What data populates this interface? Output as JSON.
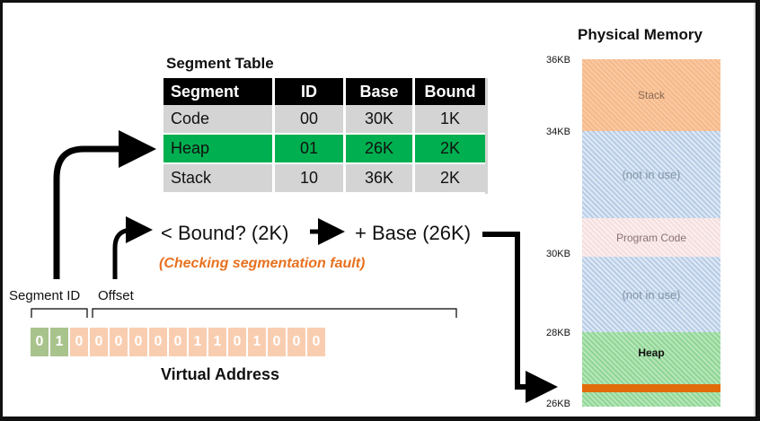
{
  "segment_table": {
    "title": "Segment Table",
    "columns": [
      "Segment",
      "ID",
      "Base",
      "Bound"
    ],
    "rows": [
      {
        "segment": "Code",
        "id": "00",
        "base": "30K",
        "bound": "1K"
      },
      {
        "segment": "Heap",
        "id": "01",
        "base": "26K",
        "bound": "2K"
      },
      {
        "segment": "Stack",
        "id": "10",
        "base": "36K",
        "bound": "2K"
      }
    ],
    "highlight_color": "#00b050",
    "row_color": "#d4d4d4"
  },
  "flow": {
    "bound_check": "< Bound? (2K)",
    "base_add": "+ Base (26K)",
    "fault_note": "(Checking segmentation fault)",
    "fault_color": "#e8711f"
  },
  "virtual_address": {
    "label": "Virtual Address",
    "segment_id_label": "Segment ID",
    "offset_label": "Offset",
    "bits": [
      "0",
      "1",
      "0",
      "0",
      "0",
      "0",
      "0",
      "0",
      "1",
      "1",
      "0",
      "1",
      "0",
      "0",
      "0"
    ]
  },
  "physical_memory": {
    "title": "Physical Memory",
    "regions": {
      "stack": "Stack",
      "unused_top": "(not in use)",
      "code": "Program Code",
      "unused_bottom": "(not in use)",
      "heap": "Heap"
    },
    "ticks": {
      "t36": "36KB",
      "t34": "34KB",
      "t30": "30KB",
      "t28": "28KB",
      "t26": "26KB"
    },
    "accent": "#e36c0a"
  }
}
